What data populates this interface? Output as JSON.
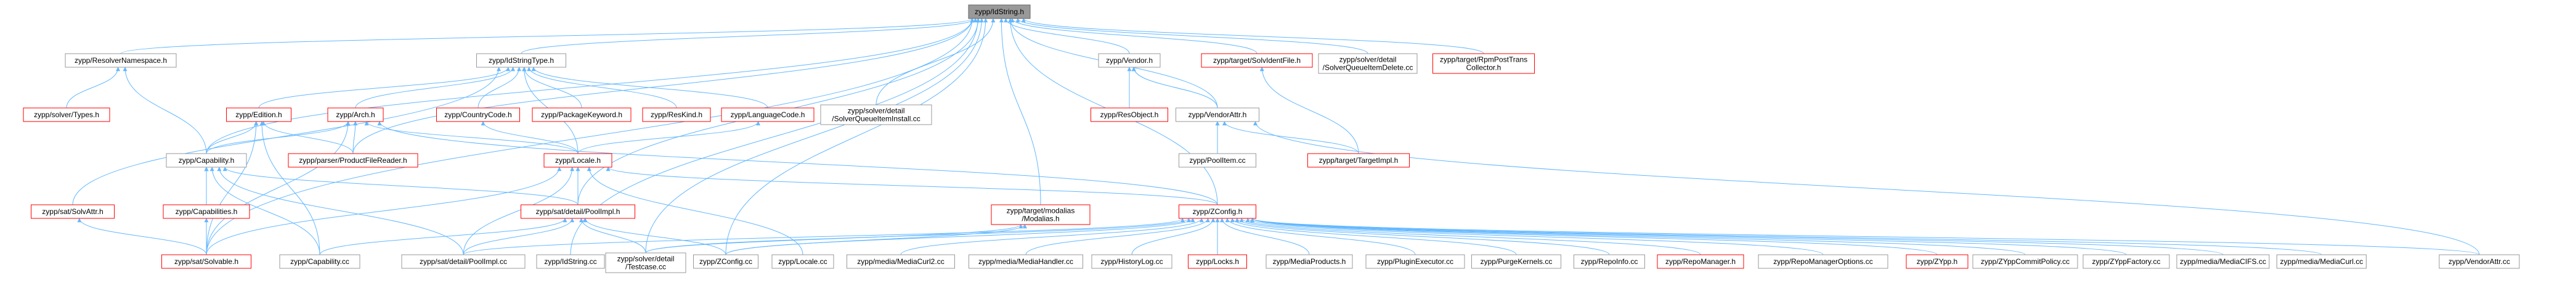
{
  "colors": {
    "edge": "#63b8ff",
    "node_border": "#999999",
    "missing_border": "#ff0000",
    "root_fill": "#999999",
    "background": "#ffffff"
  },
  "nodes": {
    "root": {
      "lines": [
        "zypp/IdString.h"
      ],
      "style": "root"
    },
    "resolver_namespace": {
      "lines": [
        "zypp/ResolverNamespace.h"
      ],
      "style": "std"
    },
    "idstringtype": {
      "lines": [
        "zypp/IdStringType.h"
      ],
      "style": "std"
    },
    "vendor_h": {
      "lines": [
        "zypp/Vendor.h"
      ],
      "style": "std"
    },
    "solv_ident_file": {
      "lines": [
        "zypp/target/SolvIdentFile.h"
      ],
      "style": "red"
    },
    "solver_delete": {
      "lines": [
        "zypp/solver/detail",
        "/SolverQueueItemDelete.cc"
      ],
      "style": "std"
    },
    "rpm_post_trans": {
      "lines": [
        "zypp/target/RpmPostTrans",
        "Collector.h"
      ],
      "style": "red"
    },
    "solver_types": {
      "lines": [
        "zypp/solver/Types.h"
      ],
      "style": "red"
    },
    "edition_h": {
      "lines": [
        "zypp/Edition.h"
      ],
      "style": "red"
    },
    "arch_h": {
      "lines": [
        "zypp/Arch.h"
      ],
      "style": "red"
    },
    "countrycode": {
      "lines": [
        "zypp/CountryCode.h"
      ],
      "style": "red"
    },
    "package_keyword": {
      "lines": [
        "zypp/PackageKeyword.h"
      ],
      "style": "red"
    },
    "reskind": {
      "lines": [
        "zypp/ResKind.h"
      ],
      "style": "red"
    },
    "languagecode": {
      "lines": [
        "zypp/LanguageCode.h"
      ],
      "style": "red"
    },
    "solver_install": {
      "lines": [
        "zypp/solver/detail",
        "/SolverQueueItemInstall.cc"
      ],
      "style": "std"
    },
    "resobject": {
      "lines": [
        "zypp/ResObject.h"
      ],
      "style": "red"
    },
    "vendorattr_h": {
      "lines": [
        "zypp/VendorAttr.h"
      ],
      "style": "std"
    },
    "capability_h": {
      "lines": [
        "zypp/Capability.h"
      ],
      "style": "std"
    },
    "product_file_reader": {
      "lines": [
        "zypp/parser/ProductFileReader.h"
      ],
      "style": "red"
    },
    "locale_h": {
      "lines": [
        "zypp/Locale.h"
      ],
      "style": "red"
    },
    "poolitem_cc": {
      "lines": [
        "zypp/PoolItem.cc"
      ],
      "style": "std"
    },
    "target_impl": {
      "lines": [
        "zypp/target/TargetImpl.h"
      ],
      "style": "red"
    },
    "solvattr": {
      "lines": [
        "zypp/sat/SolvAttr.h"
      ],
      "style": "red"
    },
    "capabilities": {
      "lines": [
        "zypp/Capabilities.h"
      ],
      "style": "red"
    },
    "poolimpl_h": {
      "lines": [
        "zypp/sat/detail/PoolImpl.h"
      ],
      "style": "red"
    },
    "modalias": {
      "lines": [
        "zypp/target/modalias",
        "/Modalias.h"
      ],
      "style": "red"
    },
    "zconfig_h": {
      "lines": [
        "zypp/ZConfig.h"
      ],
      "style": "red"
    },
    "solvable": {
      "lines": [
        "zypp/sat/Solvable.h"
      ],
      "style": "red"
    },
    "capability_cc": {
      "lines": [
        "zypp/Capability.cc"
      ],
      "style": "std"
    },
    "poolimpl_cc": {
      "lines": [
        "zypp/sat/detail/PoolImpl.cc"
      ],
      "style": "std"
    },
    "idstring_cc": {
      "lines": [
        "zypp/IdString.cc"
      ],
      "style": "std"
    },
    "testcase": {
      "lines": [
        "zypp/solver/detail",
        "/Testcase.cc"
      ],
      "style": "std"
    },
    "zconfig_cc": {
      "lines": [
        "zypp/ZConfig.cc"
      ],
      "style": "std"
    },
    "locale_cc": {
      "lines": [
        "zypp/Locale.cc"
      ],
      "style": "std"
    },
    "mediacurl2": {
      "lines": [
        "zypp/media/MediaCurl2.cc"
      ],
      "style": "std"
    },
    "mediahandler": {
      "lines": [
        "zypp/media/MediaHandler.cc"
      ],
      "style": "std"
    },
    "historylog": {
      "lines": [
        "zypp/HistoryLog.cc"
      ],
      "style": "std"
    },
    "locks": {
      "lines": [
        "zypp/Locks.h"
      ],
      "style": "red"
    },
    "mediaproducts": {
      "lines": [
        "zypp/MediaProducts.h"
      ],
      "style": "std"
    },
    "pluginexecutor": {
      "lines": [
        "zypp/PluginExecutor.cc"
      ],
      "style": "std"
    },
    "purgekernels": {
      "lines": [
        "zypp/PurgeKernels.cc"
      ],
      "style": "std"
    },
    "repoinfo": {
      "lines": [
        "zypp/RepoInfo.cc"
      ],
      "style": "std"
    },
    "repomanager": {
      "lines": [
        "zypp/RepoManager.h"
      ],
      "style": "red"
    },
    "repomanageroptions": {
      "lines": [
        "zypp/RepoManagerOptions.cc"
      ],
      "style": "std"
    },
    "zypp_h": {
      "lines": [
        "zypp/ZYpp.h"
      ],
      "style": "red"
    },
    "commitpolicy": {
      "lines": [
        "zypp/ZYppCommitPolicy.cc"
      ],
      "style": "std"
    },
    "zyppfactory": {
      "lines": [
        "zypp/ZYppFactory.cc"
      ],
      "style": "std"
    },
    "mediacifs": {
      "lines": [
        "zypp/media/MediaCIFS.cc"
      ],
      "style": "std"
    },
    "mediacurl": {
      "lines": [
        "zypp/media/MediaCurl.cc"
      ],
      "style": "std"
    },
    "vendorattr_cc": {
      "lines": [
        "zypp/VendorAttr.cc"
      ],
      "style": "std"
    }
  }
}
